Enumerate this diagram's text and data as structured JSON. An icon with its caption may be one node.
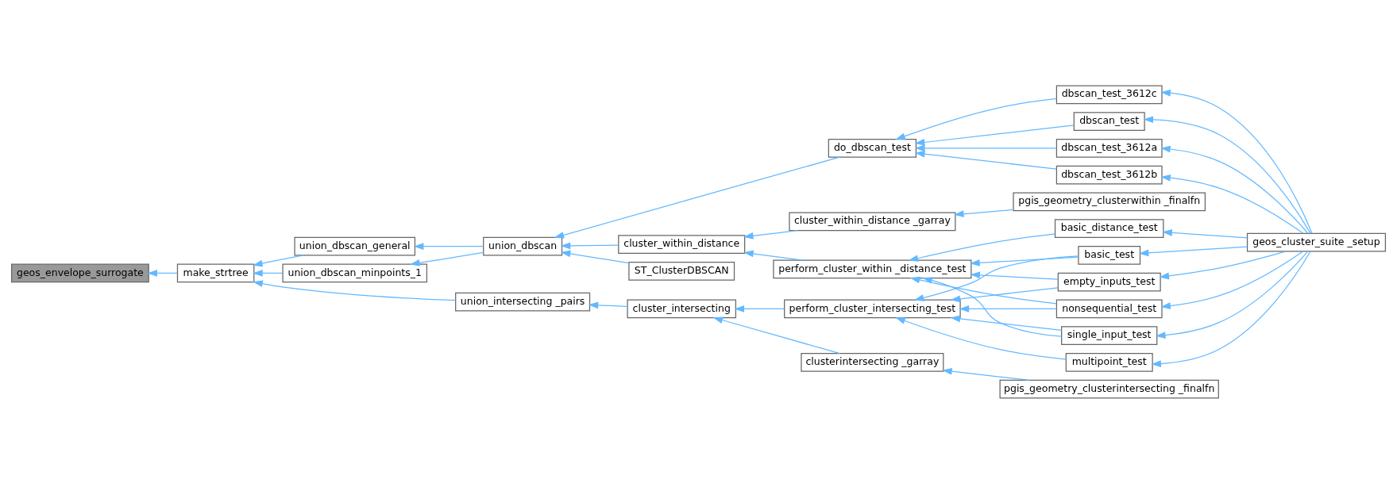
{
  "diagram": {
    "nodes": [
      {
        "text": [
          "geos_envelope_surrogate"
        ]
      },
      {
        "text": [
          "make_strtree"
        ]
      },
      {
        "text": [
          "union_dbscan_minpoints_1"
        ]
      },
      {
        "text": [
          "union_dbscan_general"
        ]
      },
      {
        "text": [
          "union_intersecting _pairs"
        ]
      },
      {
        "text": [
          "union_dbscan"
        ]
      },
      {
        "text": [
          "cluster_intersecting"
        ]
      },
      {
        "text": [
          "do_dbscan_test"
        ]
      },
      {
        "text": [
          "cluster_within_distance"
        ]
      },
      {
        "text": [
          "ST_ClusterDBSCAN"
        ]
      },
      {
        "text": [
          "cluster_within_distance _garray"
        ]
      },
      {
        "text": [
          "perform_cluster_within _distance_test"
        ]
      },
      {
        "text": [
          "clusterintersecting _garray"
        ]
      },
      {
        "text": [
          "perform_cluster_intersecting_test"
        ]
      },
      {
        "text": [
          "pgis_geometry_clusterwithin _finalfn"
        ]
      },
      {
        "text": [
          "pgis_geometry_clusterintersecting _finalfn"
        ]
      },
      {
        "text": [
          "dbscan_test"
        ]
      },
      {
        "text": [
          "dbscan_test_3612a"
        ]
      },
      {
        "text": [
          "dbscan_test_3612b"
        ]
      },
      {
        "text": [
          "dbscan_test_3612c"
        ]
      },
      {
        "text": [
          "basic_distance_test"
        ]
      },
      {
        "text": [
          "single_input_test"
        ]
      },
      {
        "text": [
          "basic_test"
        ]
      },
      {
        "text": [
          "empty_inputs_test"
        ]
      },
      {
        "text": [
          "nonsequential_test"
        ]
      },
      {
        "text": [
          "multipoint_test"
        ]
      },
      {
        "text": [
          "geos_cluster_suite _setup"
        ]
      }
    ],
    "edges": [
      {
        "from": 1,
        "to": 0,
        "arrow": "to"
      },
      {
        "from": 2,
        "to": 1,
        "arrow": "to"
      },
      {
        "from": 3,
        "to": 1,
        "arrow": "to"
      },
      {
        "from": 4,
        "to": 1,
        "arrow": "to"
      },
      {
        "from": 5,
        "to": 2,
        "arrow": "to"
      },
      {
        "from": 5,
        "to": 3,
        "arrow": "to"
      },
      {
        "from": 6,
        "to": 4,
        "arrow": "to"
      },
      {
        "from": 7,
        "to": 5,
        "arrow": "to"
      },
      {
        "from": 8,
        "to": 5,
        "arrow": "to"
      },
      {
        "from": 9,
        "to": 5,
        "arrow": "to"
      },
      {
        "from": 10,
        "to": 8,
        "arrow": "to"
      },
      {
        "from": 11,
        "to": 8,
        "arrow": "to"
      },
      {
        "from": 12,
        "to": 6,
        "arrow": "to"
      },
      {
        "from": 13,
        "to": 6,
        "arrow": "to"
      },
      {
        "from": 14,
        "to": 10,
        "arrow": "to"
      },
      {
        "from": 15,
        "to": 12,
        "arrow": "to"
      },
      {
        "from": 16,
        "to": 7,
        "arrow": "to"
      },
      {
        "from": 17,
        "to": 7,
        "arrow": "to"
      },
      {
        "from": 18,
        "to": 7,
        "arrow": "to"
      },
      {
        "from": 19,
        "to": 7,
        "arrow": "to"
      },
      {
        "from": 20,
        "to": 11,
        "arrow": "to"
      },
      {
        "from": 21,
        "to": 11,
        "arrow": "to"
      },
      {
        "from": 21,
        "to": 13,
        "arrow": "to"
      },
      {
        "from": 22,
        "to": 11,
        "arrow": "to"
      },
      {
        "from": 22,
        "to": 13,
        "arrow": "to"
      },
      {
        "from": 23,
        "to": 11,
        "arrow": "to"
      },
      {
        "from": 23,
        "to": 13,
        "arrow": "to"
      },
      {
        "from": 24,
        "to": 11,
        "arrow": "to"
      },
      {
        "from": 24,
        "to": 13,
        "arrow": "to"
      },
      {
        "from": 25,
        "to": 13,
        "arrow": "to"
      },
      {
        "from": 26,
        "to": 16,
        "arrow": "to"
      },
      {
        "from": 26,
        "to": 17,
        "arrow": "to"
      },
      {
        "from": 26,
        "to": 18,
        "arrow": "to"
      },
      {
        "from": 26,
        "to": 19,
        "arrow": "to"
      },
      {
        "from": 26,
        "to": 20,
        "arrow": "to"
      },
      {
        "from": 26,
        "to": 21,
        "arrow": "to"
      },
      {
        "from": 26,
        "to": 22,
        "arrow": "to"
      },
      {
        "from": 26,
        "to": 23,
        "arrow": "to"
      },
      {
        "from": 26,
        "to": 24,
        "arrow": "to"
      },
      {
        "from": 26,
        "to": 25,
        "arrow": "to"
      }
    ]
  }
}
